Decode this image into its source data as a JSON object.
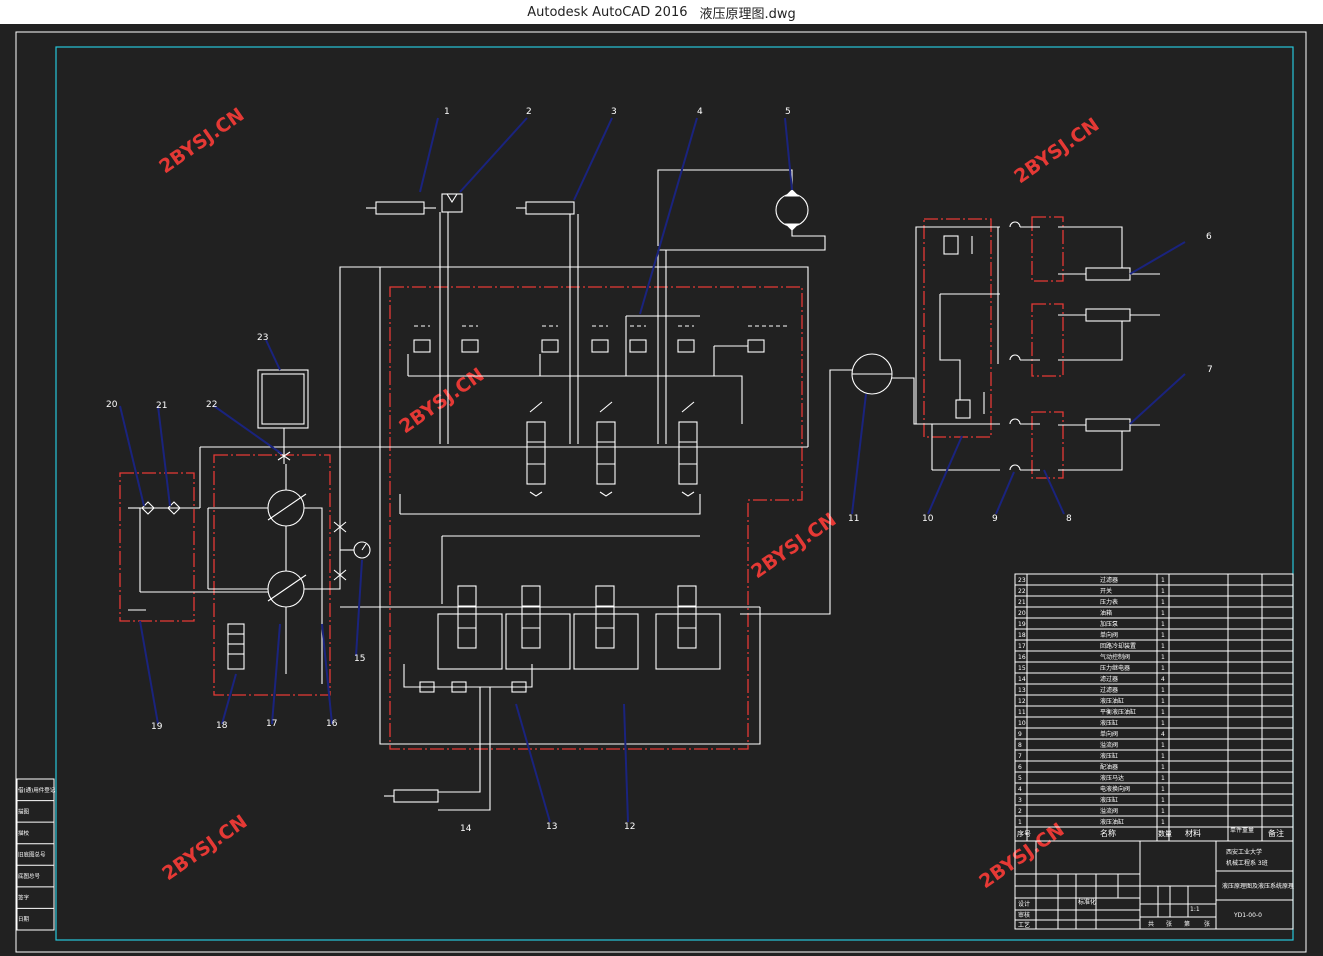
{
  "window": {
    "app_title": "Autodesk AutoCAD 2016",
    "file_name": "液压原理图.dwg"
  },
  "colors": {
    "background": "#212121",
    "line": "#ffffff",
    "frame_accent": "#26c6da",
    "group_border": "#e53935",
    "leader": "#1a237e",
    "watermark": "#e53935"
  },
  "watermark": "2BYSJ.CN",
  "callouts": [
    "1",
    "2",
    "3",
    "4",
    "5",
    "6",
    "7",
    "8",
    "9",
    "10",
    "11",
    "12",
    "13",
    "14",
    "15",
    "16",
    "17",
    "18",
    "19",
    "20",
    "21",
    "22",
    "23"
  ],
  "bom": {
    "numbers": [
      "23",
      "22",
      "21",
      "20",
      "19",
      "18",
      "17",
      "16",
      "15",
      "14",
      "13",
      "12",
      "11",
      "10",
      "9",
      "8",
      "7",
      "6",
      "5",
      "4",
      "3",
      "2",
      "1"
    ],
    "names": [
      "过滤器",
      "开关",
      "压力表",
      "油箱",
      "加压泵",
      "单向阀",
      "回路冷却装置",
      "气动控制阀",
      "压力继电器",
      "滤过器",
      "过滤器",
      "液压油缸",
      "平衡液压油缸",
      "液压缸",
      "单向阀",
      "溢流阀",
      "液压缸",
      "配油器",
      "液压马达",
      "电液换向阀",
      "液压缸",
      "溢流阀",
      "液压油缸"
    ],
    "qty": [
      "1",
      "1",
      "1",
      "1",
      "1",
      "1",
      "1",
      "1",
      "1",
      "4",
      "1",
      "1",
      "1",
      "1",
      "4",
      "1",
      "1",
      "1",
      "1",
      "1",
      "1",
      "1",
      "1"
    ],
    "header_labels": {
      "seq": "序号",
      "name": "名称",
      "qty": "数量",
      "material": "材料",
      "weight": "单件重量",
      "note": "备注"
    }
  },
  "title_block": {
    "school": "西安工业大学",
    "major": "机械工程系 3班",
    "drawing_title": "液压原理图及液压系统原理",
    "drawing_code": "YD1-00-0",
    "scale": "1:1",
    "sheet_labels": [
      "共",
      "张",
      "第",
      "张"
    ],
    "standardization": "标准化",
    "row_labels": [
      "设计",
      "审核",
      "工艺"
    ]
  },
  "side_strip": [
    "借(通)用件登记",
    "描图",
    "描校",
    "旧底图总号",
    "底图总号",
    "签字",
    "日期"
  ]
}
